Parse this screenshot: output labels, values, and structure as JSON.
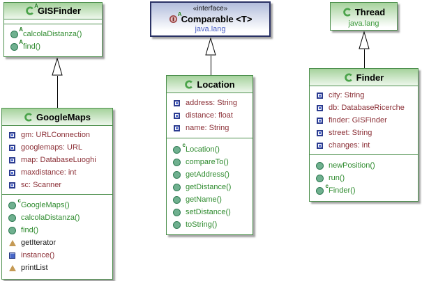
{
  "diagram_kind": "uml-class-diagram",
  "icon_glyphs": {
    "abstract_sup": "A",
    "constructor_sup": "c"
  },
  "classes": {
    "gisfinder": {
      "name": "GISFinder",
      "kind": "abstract class",
      "fields": [],
      "methods": [
        {
          "icon": "abstract-method-icon",
          "text": "calcolaDistanza()"
        },
        {
          "icon": "abstract-method-icon",
          "text": "find()"
        }
      ]
    },
    "comparable": {
      "stereotype": "«interface»",
      "name": "Comparable <T>",
      "package": "java.lang",
      "kind": "interface"
    },
    "thread": {
      "name": "Thread",
      "package": "java.lang",
      "kind": "class"
    },
    "googlemaps": {
      "name": "GoogleMaps",
      "kind": "class",
      "fields": [
        {
          "icon": "field-icon",
          "text": "gm: URLConnection"
        },
        {
          "icon": "field-icon",
          "text": "googlemaps: URL"
        },
        {
          "icon": "field-icon",
          "text": "map: DatabaseLuoghi"
        },
        {
          "icon": "field-icon",
          "text": "maxdistance: int"
        },
        {
          "icon": "field-icon",
          "text": "sc: Scanner"
        }
      ],
      "methods": [
        {
          "icon": "constructor-icon",
          "text": "GoogleMaps()"
        },
        {
          "icon": "method-icon",
          "text": "calcolaDistanza()"
        },
        {
          "icon": "method-icon",
          "text": "find()"
        },
        {
          "icon": "property-triangle-icon",
          "text": "getIterator"
        },
        {
          "icon": "static-method-icon",
          "text": "instance()"
        },
        {
          "icon": "property-triangle-icon",
          "text": "printList"
        }
      ]
    },
    "location": {
      "name": "Location",
      "kind": "class",
      "fields": [
        {
          "icon": "field-icon",
          "text": "address: String"
        },
        {
          "icon": "field-icon",
          "text": "distance: float"
        },
        {
          "icon": "field-icon",
          "text": "name: String"
        }
      ],
      "methods": [
        {
          "icon": "constructor-icon",
          "text": "Location()"
        },
        {
          "icon": "method-icon",
          "text": "compareTo()"
        },
        {
          "icon": "method-icon",
          "text": "getAddress()"
        },
        {
          "icon": "method-icon",
          "text": "getDistance()"
        },
        {
          "icon": "method-icon",
          "text": "getName()"
        },
        {
          "icon": "method-icon",
          "text": "setDistance()"
        },
        {
          "icon": "method-icon",
          "text": "toString()"
        }
      ]
    },
    "finder": {
      "name": "Finder",
      "kind": "class",
      "fields": [
        {
          "icon": "field-icon",
          "text": "city: String"
        },
        {
          "icon": "field-icon",
          "text": "db: DatabaseRicerche"
        },
        {
          "icon": "field-icon",
          "text": "finder: GISFinder"
        },
        {
          "icon": "field-icon",
          "text": "street: String"
        },
        {
          "icon": "field-icon",
          "text": "changes: int"
        }
      ],
      "methods": [
        {
          "icon": "method-icon",
          "text": "newPosition()"
        },
        {
          "icon": "method-icon",
          "text": "run()"
        },
        {
          "icon": "constructor-icon",
          "text": "Finder()"
        }
      ]
    }
  },
  "relations": [
    {
      "from": "GoogleMaps",
      "to": "GISFinder",
      "type": "generalization"
    },
    {
      "from": "Location",
      "to": "Comparable",
      "type": "realization"
    },
    {
      "from": "Finder",
      "to": "Thread",
      "type": "generalization"
    }
  ],
  "colors": {
    "class_border": "#4c8f4c",
    "class_header_top": "#a6d29c",
    "interface_border": "#2a3265",
    "interface_header_top": "#b2bddc",
    "field_text": "#8b2f36",
    "method_text": "#2e8b2e",
    "package_green": "#3f9a3f",
    "package_blue": "#4a5ec4",
    "method_icon_fill": "#6fb08f",
    "field_icon_border": "#2b3b8f",
    "triangle_icon": "#c59a55",
    "static_icon": "#4868c8"
  }
}
